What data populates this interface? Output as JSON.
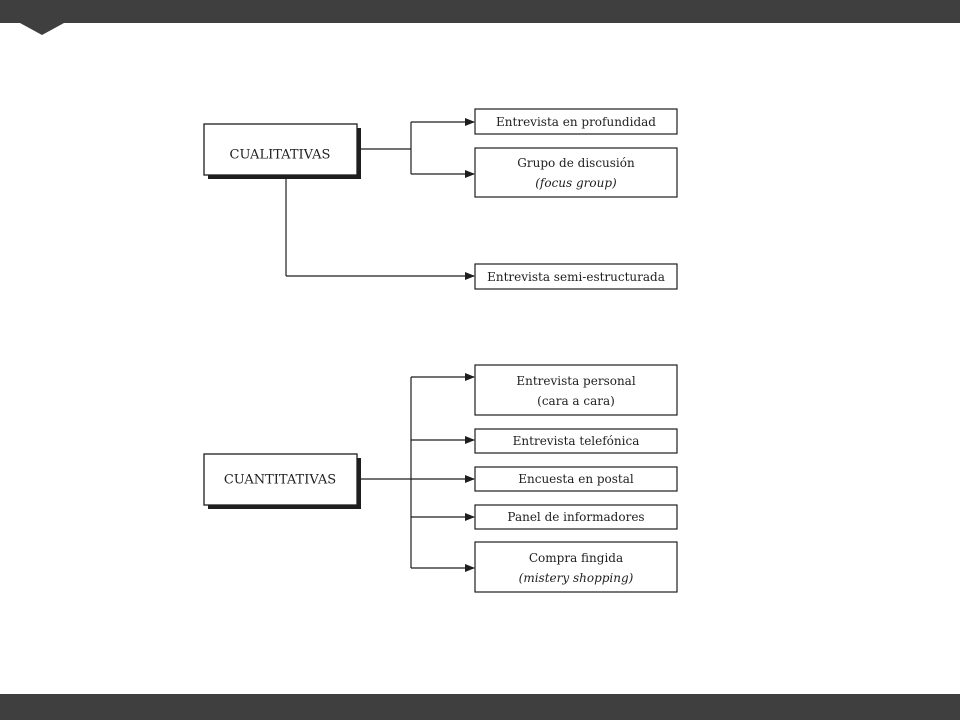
{
  "slide": {
    "top_bar_color": "#3f3f3f",
    "bottom_bar_color": "#3f3f3f"
  },
  "diagram": {
    "cualitativas": {
      "label": "CUALITATIVAS",
      "items": [
        {
          "line1": "Entrevista en profundidad",
          "line2": ""
        },
        {
          "line1": "Grupo de discusión",
          "line2": "(focus group)"
        },
        {
          "line1": "Entrevista semi-estructurada",
          "line2": ""
        }
      ]
    },
    "cuantitativas": {
      "label": "CUANTITATIVAS",
      "items": [
        {
          "line1": "Entrevista personal",
          "line2": "(cara a cara)"
        },
        {
          "line1": "Entrevista telefónica",
          "line2": ""
        },
        {
          "line1": "Encuesta en postal",
          "line2": ""
        },
        {
          "line1": "Panel de informadores",
          "line2": ""
        },
        {
          "line1": "Compra fingida",
          "line2": "(mistery shopping)"
        }
      ]
    }
  }
}
